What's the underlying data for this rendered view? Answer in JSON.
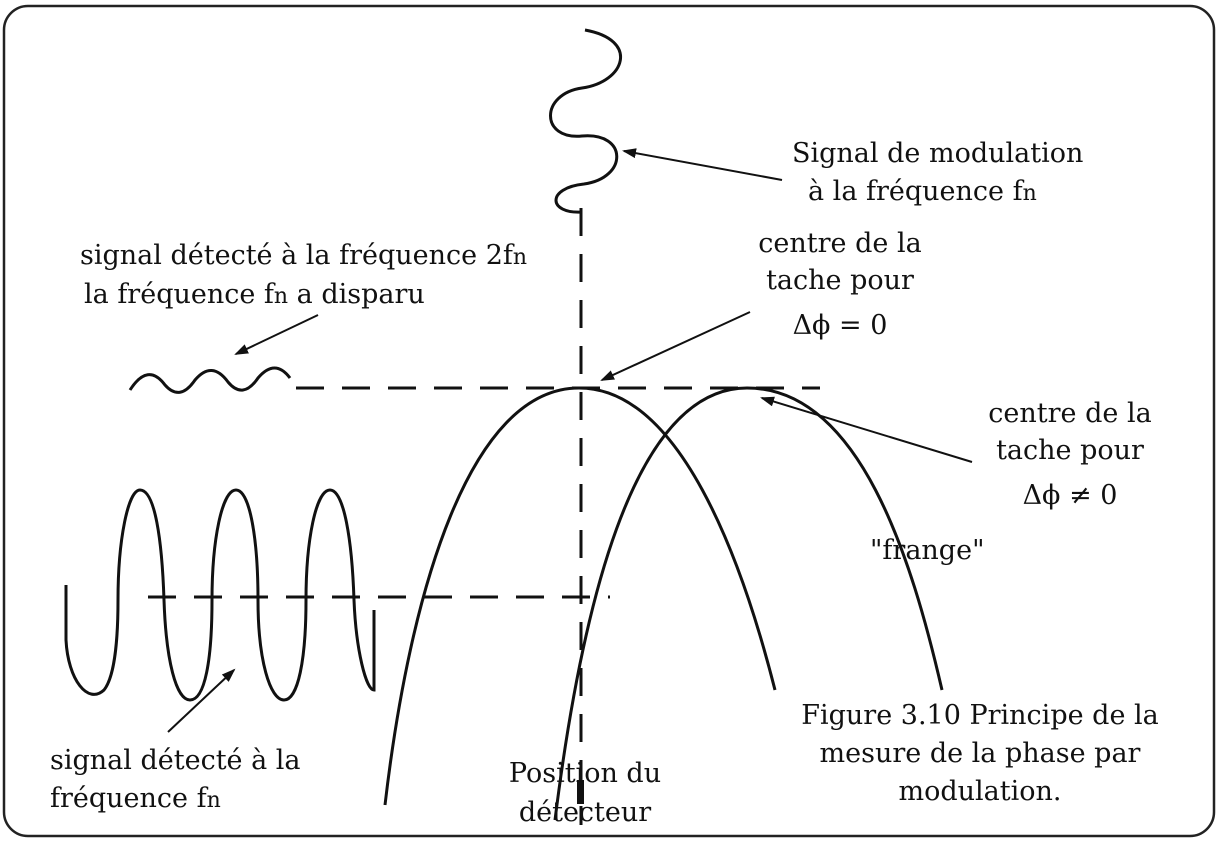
{
  "labels": {
    "modulation_signal": [
      "Signal de modulation",
      "à la fréquence f",
      "n"
    ],
    "detected_2fn": [
      "signal détecté à la fréquence 2f",
      "n"
    ],
    "fn_vanished": [
      "la fréquence f",
      "n",
      " a disparu"
    ],
    "spot_center_zero": [
      "centre de la",
      "tache pour",
      "Δϕ = 0"
    ],
    "spot_center_nonzero": [
      "centre de la",
      "tache pour",
      "Δϕ ≠ 0"
    ],
    "fringe": "\"frange\"",
    "detected_fn": [
      "signal détecté à la",
      "fréquence f",
      "n"
    ],
    "detector_position": [
      "Position du",
      "détecteur"
    ],
    "caption": [
      "Figure 3.10 Principe de la",
      "mesure de la phase par",
      "modulation."
    ]
  },
  "colors": {
    "ink": "#111111",
    "frame": "#222222",
    "background": "#ffffff"
  }
}
